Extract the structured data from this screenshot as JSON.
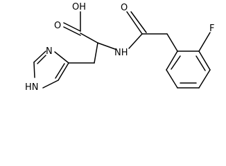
{
  "labels": {
    "hydroxyl": "OH",
    "carbonyl_acid_o": "O",
    "amide_o": "O",
    "amide_nh": "NH",
    "ring_n": "N",
    "ring_nh": "HN",
    "fluorine": "F"
  }
}
